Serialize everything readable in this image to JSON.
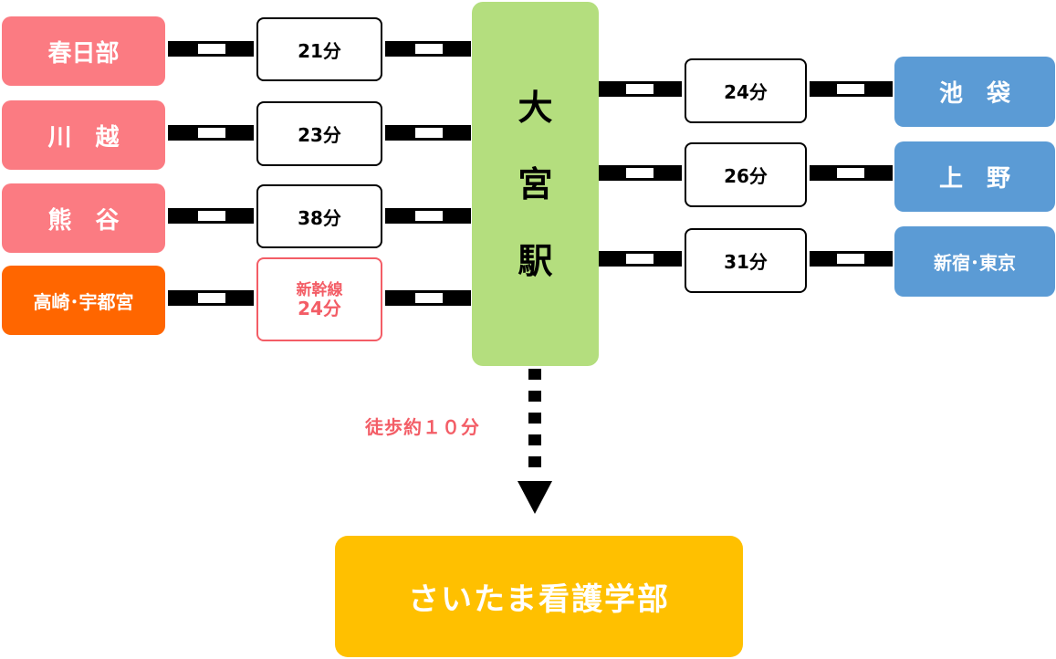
{
  "left_stations": [
    {
      "name": "春日部",
      "time": "21分"
    },
    {
      "name": "川　越",
      "time": "23分"
    },
    {
      "name": "熊　谷",
      "time": "38分"
    },
    {
      "name": "高崎･宇都宮",
      "time_line1": "新幹線",
      "time_line2": "24分"
    }
  ],
  "hub": {
    "chars": [
      "大",
      "宮",
      "駅"
    ]
  },
  "right_stations": [
    {
      "name": "池　袋",
      "time": "24分"
    },
    {
      "name": "上　野",
      "time": "26分"
    },
    {
      "name": "新宿･東京",
      "time": "31分"
    }
  ],
  "walk": {
    "label": "徒歩約１０分"
  },
  "destination": {
    "name": "さいたま看護学部"
  },
  "colors": {
    "left_station": "#FB7B82",
    "shinkansen_station": "#FF6600",
    "right_station": "#5B9BD5",
    "hub": "#B4DE7E",
    "destination": "#FFC000",
    "shinkansen_text": "#F35D66"
  }
}
